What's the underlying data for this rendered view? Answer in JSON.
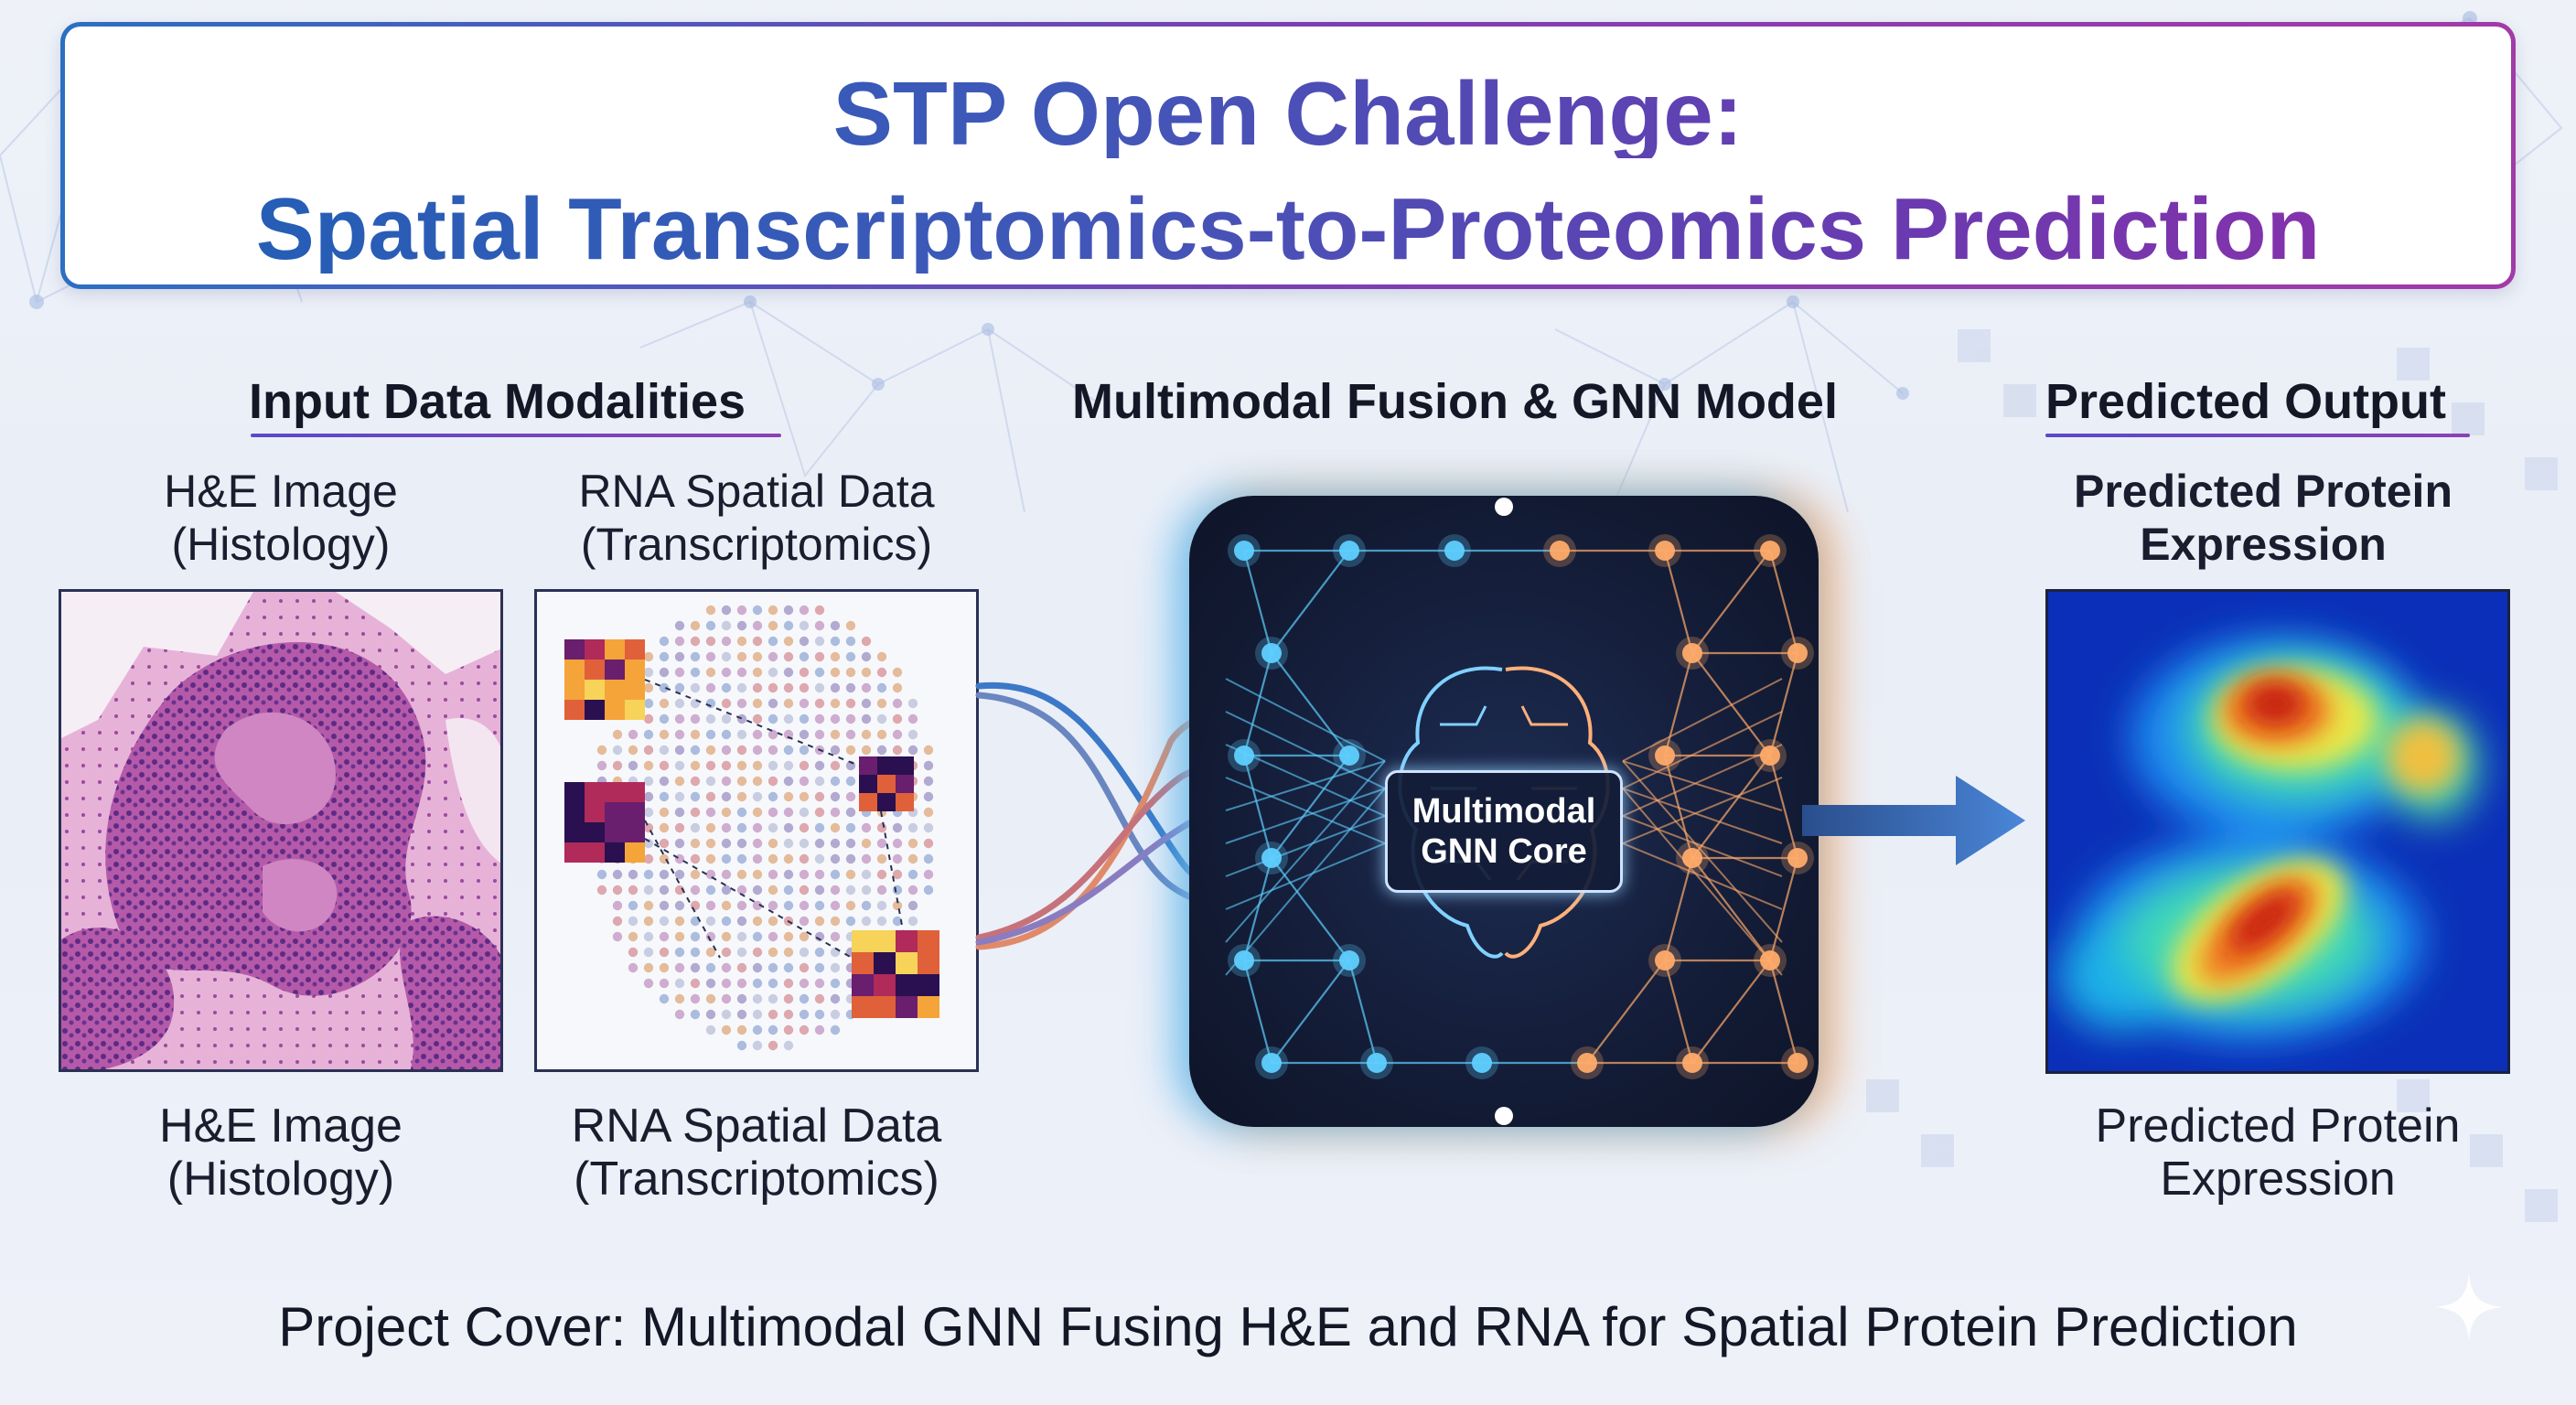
{
  "title": {
    "line1": "STP Open Challenge:",
    "line2": "Spatial Transcriptomics-to-Proteomics Prediction"
  },
  "sections": {
    "input": "Input Data Modalities",
    "model": "Multimodal Fusion & GNN Model",
    "output": "Predicted Output"
  },
  "labels": {
    "he_top_1": "H&E Image",
    "he_top_2": "(Histology)",
    "rna_top_1": "RNA Spatial Data",
    "rna_top_2": "(Transcriptomics)",
    "out_top_1": "Predicted Protein",
    "out_top_2": "Expression",
    "he_bottom_1": "H&E Image",
    "he_bottom_2": "(Histology)",
    "rna_bottom_1": "RNA Spatial Data",
    "rna_bottom_2": "(Transcriptomics)",
    "out_bottom_1": "Predicted Protein",
    "out_bottom_2": "Expression"
  },
  "core": {
    "line1": "Multimodal",
    "line2": "GNN Core"
  },
  "footer": "Project Cover: Multimodal GNN Fusing H&E and RNA for Spatial Protein Prediction",
  "colors": {
    "title_gradient_start": "#1f5fb5",
    "title_gradient_end": "#8e2fa8",
    "glow_left": "#3cb4ff",
    "glow_right": "#ff9646",
    "arrow": "#3c6fc8"
  },
  "icons": [
    "brain-icon",
    "arrow-right-icon",
    "sparkle-icon"
  ]
}
